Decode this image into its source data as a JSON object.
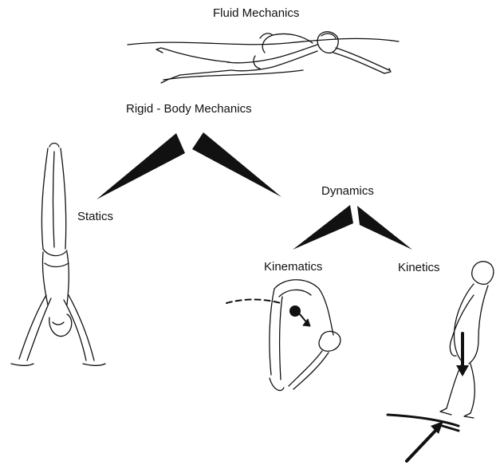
{
  "labels": {
    "fluid_mechanics": "Fluid Mechanics",
    "rigid_body_mechanics": "Rigid - Body Mechanics",
    "statics": "Statics",
    "dynamics": "Dynamics",
    "kinematics": "Kinematics",
    "kinetics": "Kinetics"
  },
  "colors": {
    "ink": "#111111",
    "background": "#ffffff"
  }
}
